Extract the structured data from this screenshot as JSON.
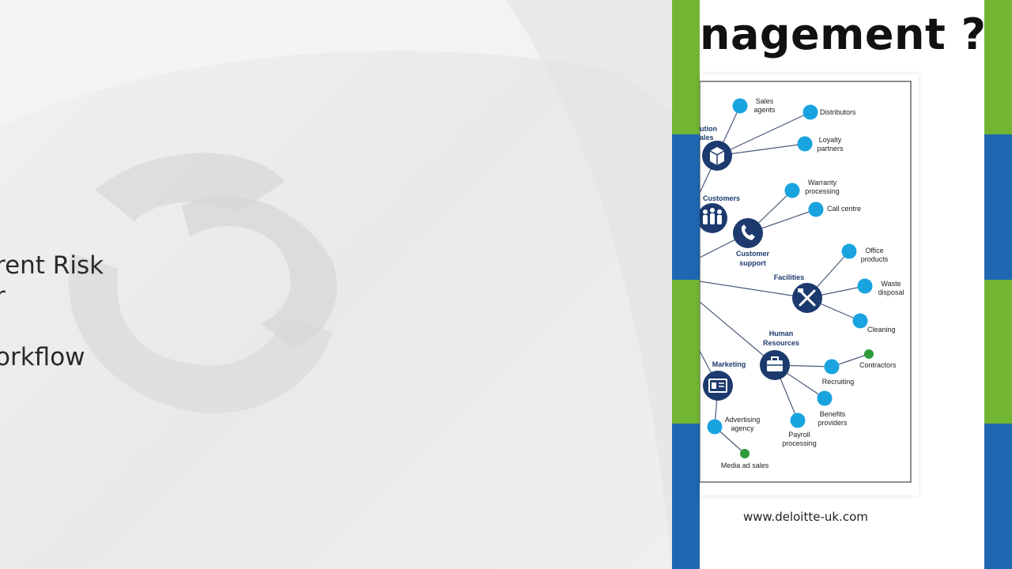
{
  "slide": {
    "title_fragment": "nagement ?",
    "left_bullets": [
      "rent Risk",
      "r",
      "orkflow"
    ],
    "website": "www.deloitte-uk.com"
  },
  "colors": {
    "green": "#72b533",
    "blue": "#1f67b1",
    "navy": "#1c3a6e",
    "cyan": "#19a4e0",
    "leaf_green": "#2e9a3a"
  },
  "diagram": {
    "hubs": [
      {
        "id": "distribution",
        "label": "ution\nales",
        "icon": "box-icon"
      },
      {
        "id": "customers",
        "label": "Customers",
        "icon": "people-icon"
      },
      {
        "id": "customer_support",
        "label": "Customer\nsupport",
        "icon": "phone-icon"
      },
      {
        "id": "facilities",
        "label": "Facilities",
        "icon": "tools-icon"
      },
      {
        "id": "human_resources",
        "label": "Human\nResources",
        "icon": "briefcase-icon"
      },
      {
        "id": "marketing",
        "label": "Marketing",
        "icon": "id-card-icon"
      }
    ],
    "nodes": [
      {
        "label": "Sales\nagents",
        "parent": "distribution"
      },
      {
        "label": "Distributors",
        "parent": "distribution"
      },
      {
        "label": "Loyalty\npartners",
        "parent": "distribution"
      },
      {
        "label": "Warranty\nprocessing",
        "parent": "customer_support"
      },
      {
        "label": "Call centre",
        "parent": "customer_support"
      },
      {
        "label": "Office\nproducts",
        "parent": "facilities"
      },
      {
        "label": "Waste\ndisposal",
        "parent": "facilities"
      },
      {
        "label": "Cleaning",
        "parent": "facilities"
      },
      {
        "label": "Recruiting",
        "parent": "human_resources"
      },
      {
        "label": "Contractors",
        "parent": "Recruiting"
      },
      {
        "label": "Benefits\nproviders",
        "parent": "human_resources"
      },
      {
        "label": "Payroll\nprocessing",
        "parent": "human_resources"
      },
      {
        "label": "Advertising\nagency",
        "parent": "marketing"
      },
      {
        "label": "Media ad sales",
        "parent": "Advertising agency"
      }
    ]
  }
}
